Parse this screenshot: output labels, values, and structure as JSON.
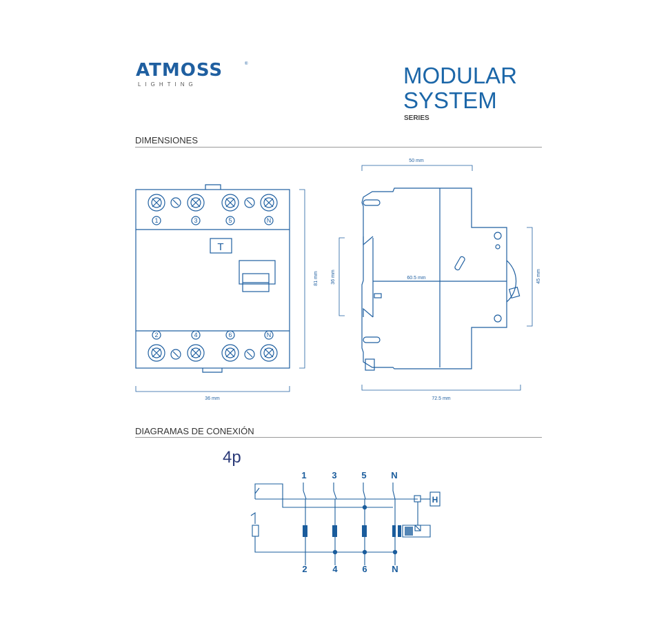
{
  "brand": {
    "name": "ATMOSS",
    "sub": "LIGHTING",
    "reg": "®"
  },
  "header": {
    "title_line1": "MODULAR",
    "title_line2": "SYSTEM",
    "series": "SERIES"
  },
  "sections": {
    "dimensions": "DIMENSIONES",
    "diagrams": "DIAGRAMAS DE CONEXIÓN"
  },
  "front_view": {
    "top_labels": [
      "1",
      "3",
      "5",
      "N"
    ],
    "bottom_labels": [
      "2",
      "4",
      "6",
      "N"
    ],
    "test_button": "T",
    "width": "36 mm",
    "height": "81 mm"
  },
  "side_view": {
    "top_width": "50 mm",
    "inner_width": "60.5 mm",
    "rail_height": "36 mm",
    "body_height": "45 mm",
    "total_width": "72.5 mm"
  },
  "diagram": {
    "pole_label": "4p",
    "top_terminals": [
      "1",
      "3",
      "5",
      "N"
    ],
    "bottom_terminals": [
      "2",
      "4",
      "6",
      "N"
    ],
    "relay": "H"
  },
  "colors": {
    "brand_blue": "#1b66a8",
    "diagram_blue": "#1a5c9c",
    "drawing_blue": "#1f5fa0"
  }
}
